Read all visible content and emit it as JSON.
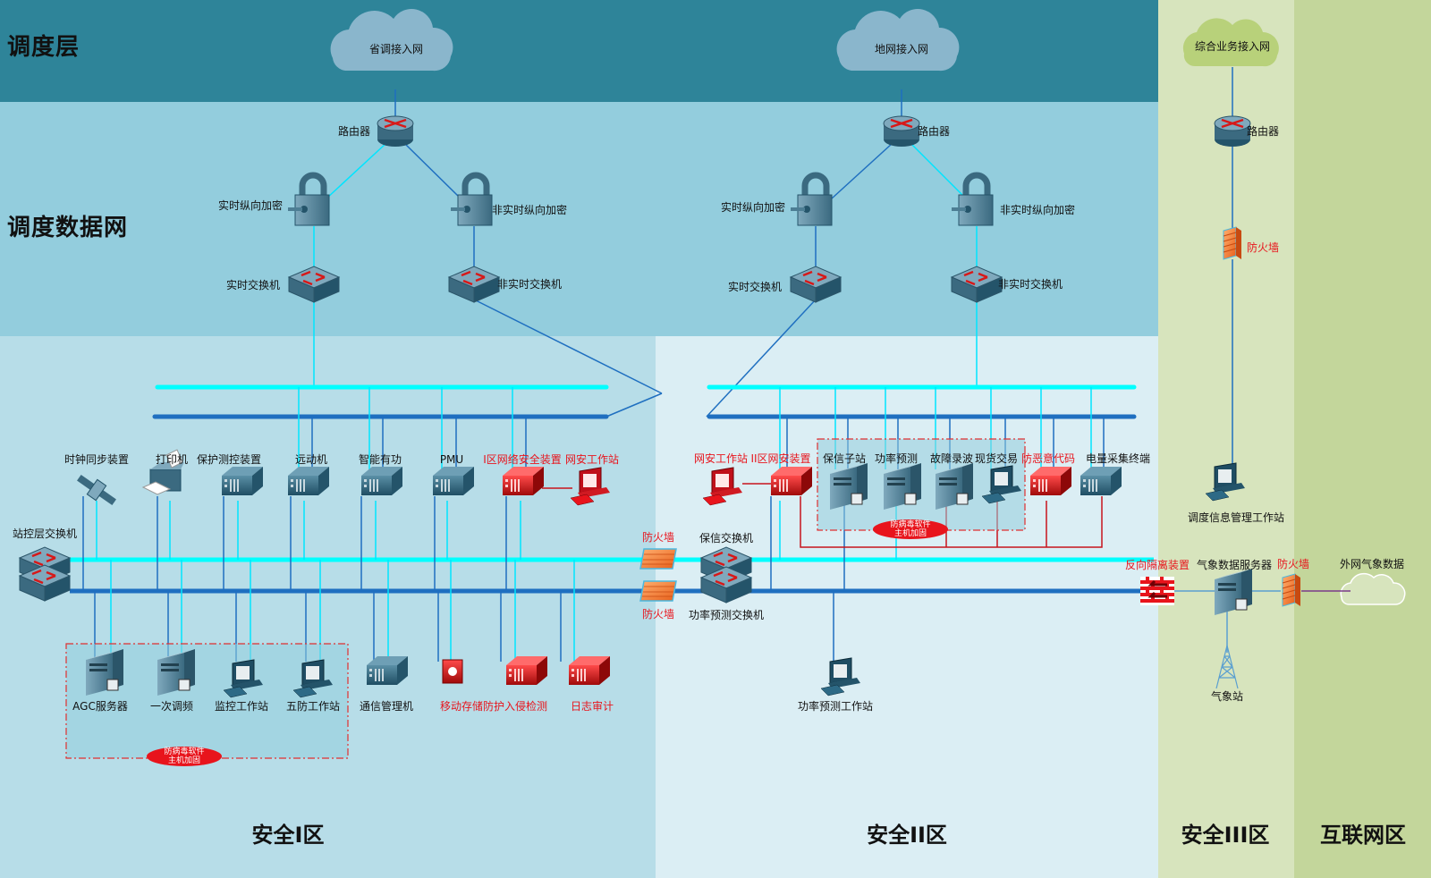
{
  "layers": {
    "dispatch_layer": "调度层",
    "dispatch_data_network": "调度数据网"
  },
  "zones": {
    "zone1": "安全I区",
    "zone2": "安全II区",
    "zone3": "安全III区",
    "internet": "互联网区"
  },
  "colors": {
    "dispatch_layer_bg": "#2e8499",
    "data_network_bg": "#93cddd",
    "zone1_bg": "#b7dde8",
    "zone2_bg": "#dbeef4",
    "zone3_bg": "#d7e4bd",
    "internet_bg": "#c3d69b",
    "realtime_line": "#00ffff",
    "nonrealtime_line": "#1f6fc0",
    "security_red": "#e8141c"
  },
  "top": {
    "clouds": [
      "省调接入网",
      "地网接入网",
      "综合业务接入网"
    ],
    "left": {
      "router": "路由器",
      "rt_encrypt": "实时纵向加密",
      "nrt_encrypt": "非实时纵向加密",
      "rt_switch": "实时交换机",
      "nrt_switch": "非实时交换机"
    },
    "right": {
      "router": "路由器",
      "rt_encrypt": "实时纵向加密",
      "nrt_encrypt": "非实时纵向加密",
      "rt_switch": "实时交换机",
      "nrt_switch": "非实时交换机"
    },
    "zone3": {
      "router": "路由器",
      "firewall": "防火墙"
    }
  },
  "zone1": {
    "station_switch": "站控层交换机",
    "devices_top": [
      {
        "label": "时钟同步装置",
        "red": false
      },
      {
        "label": "打印机",
        "red": false
      },
      {
        "label": "保护测控装置",
        "red": false
      },
      {
        "label": "远动机",
        "red": false
      },
      {
        "label": "智能有功",
        "red": false
      },
      {
        "label": "PMU",
        "red": false
      },
      {
        "label": "I区网络安全装置",
        "red": true
      },
      {
        "label": "网安工作站",
        "red": true
      }
    ],
    "devices_bottom": [
      {
        "label": "AGC服务器",
        "red": false
      },
      {
        "label": "一次调频",
        "red": false
      },
      {
        "label": "监控工作站",
        "red": false
      },
      {
        "label": "五防工作站",
        "red": false
      },
      {
        "label": "通信管理机",
        "red": false
      },
      {
        "label": "移动存储防护",
        "red": true
      },
      {
        "label": "入侵检测",
        "red": true
      },
      {
        "label": "日志审计",
        "red": true
      }
    ],
    "antivirus_badge": [
      "防病毒软件",
      "主机加固"
    ]
  },
  "boundary": {
    "firewall_top": "防火墙",
    "firewall_bottom": "防火墙",
    "baoxin_switch": "保信交换机",
    "power_forecast_switch": "功率预测交换机"
  },
  "zone2": {
    "devices_top": [
      {
        "label": "网安工作站",
        "red": true
      },
      {
        "label": "II区网安装置",
        "red": true
      },
      {
        "label": "保信子站",
        "red": false
      },
      {
        "label": "功率预测",
        "red": false
      },
      {
        "label": "故障录波",
        "red": false
      },
      {
        "label": "现货交易",
        "red": false
      },
      {
        "label": "防恶意代码",
        "red": true
      },
      {
        "label": "电量采集终端",
        "red": false
      }
    ],
    "antivirus_badge": [
      "防病毒软件",
      "主机加固"
    ],
    "power_forecast_workstation": "功率预测工作站",
    "reverse_isolation": "反向隔离装置"
  },
  "zone3": {
    "dispatch_info_workstation": "调度信息管理工作站",
    "weather_server": "气象数据服务器",
    "firewall": "防火墙",
    "weather_station": "气象站"
  },
  "internet": {
    "external_weather": "外网气象数据"
  }
}
